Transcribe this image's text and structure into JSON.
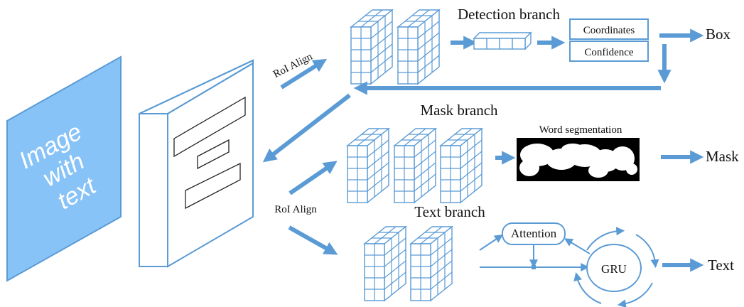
{
  "input": {
    "text_lines": [
      "Image",
      "with",
      "text"
    ],
    "color": "#87c3f7"
  },
  "labels": {
    "roi_align_top": "RoI Align",
    "roi_align_bottom": "RoI Align",
    "detection_branch": "Detection branch",
    "mask_branch": "Mask branch",
    "text_branch": "Text branch",
    "coordinates": "Coordinates",
    "confidence": "Confidence",
    "word_segmentation": "Word segmentation",
    "attention": "Attention",
    "gru": "GRU"
  },
  "outputs": {
    "box": "Box",
    "mask": "Mask",
    "text": "Text"
  },
  "colors": {
    "accent": "#5b9bd5",
    "mask_bg": "#000000"
  }
}
